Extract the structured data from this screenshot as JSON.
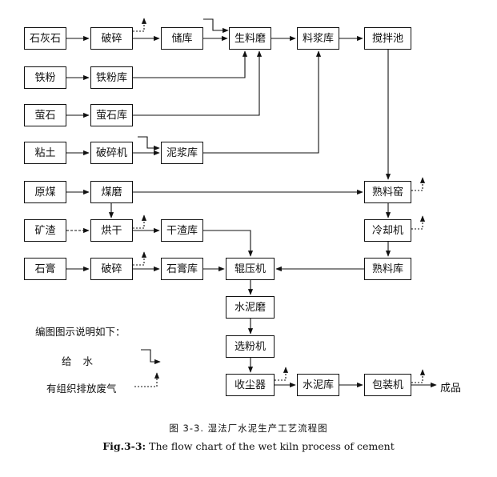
{
  "nodes": {
    "limestone": "石灰石",
    "crush1": "破碎",
    "storage": "储库",
    "raw_mill": "生料磨",
    "slurry_store": "料浆库",
    "mix_tank": "搅拌池",
    "iron_powder": "铁粉",
    "iron_store": "铁粉库",
    "fluorite": "萤石",
    "fluorite_store": "萤石库",
    "clay": "粘土",
    "crusher": "破碎机",
    "mud_store": "泥浆库",
    "raw_coal": "原煤",
    "coal_mill": "煤磨",
    "clinker_kiln": "熟料窑",
    "slag": "矿渣",
    "dryer": "烘干",
    "dry_slag_store": "干渣库",
    "cooler": "冷却机",
    "gypsum": "石膏",
    "crush2": "破碎",
    "gypsum_store": "石膏库",
    "roller_press": "辊压机",
    "clinker_store": "熟料库",
    "cement_mill": "水泥磨",
    "separator": "选粉机",
    "dust_collector": "收尘器",
    "cement_store": "水泥库",
    "packer": "包装机"
  },
  "product_label": "成品",
  "legend": {
    "title": "编图图示说明如下：",
    "water_label": "给 水",
    "exhaust_label": "有组织排放废气"
  },
  "caption": {
    "cn": "图 3-3. 湿法厂水泥生产工艺流程图",
    "en_prefix": "Fig.3-3:",
    "en_text": " The flow chart of the wet kiln process of cement"
  }
}
